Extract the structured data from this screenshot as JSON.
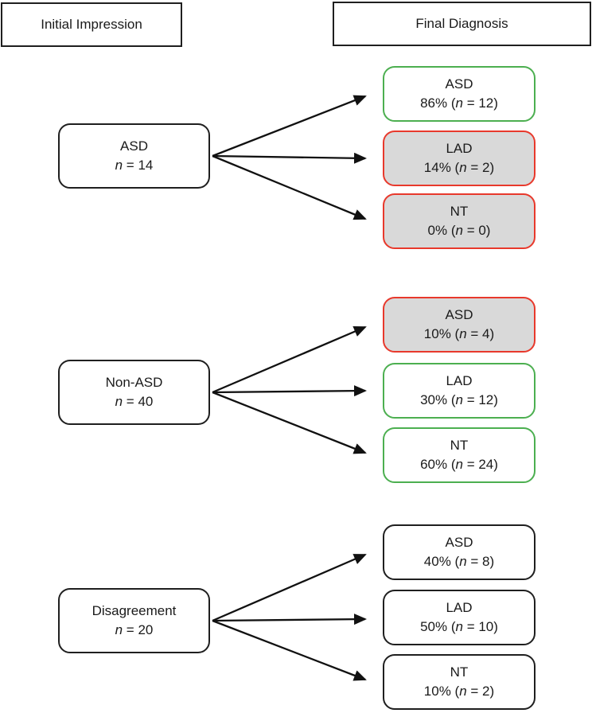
{
  "header": {
    "left": "Initial Impression",
    "right": "Final Diagnosis"
  },
  "colors": {
    "agreement_border": "#4caf50",
    "disagreement_border": "#e8392c",
    "disagreement_fill": "#d9d9d9",
    "neutral_border": "#000000",
    "arrow": "#000000"
  },
  "groups": [
    {
      "source": {
        "label": "ASD",
        "n_italic": "n",
        "n_suffix": " = 14"
      },
      "targets": [
        {
          "label": "ASD",
          "prefix": "86% (",
          "n_italic": "n",
          "suffix": " = 12)",
          "status": "match"
        },
        {
          "label": "LAD",
          "prefix": "14% (",
          "n_italic": "n",
          "suffix": " = 2)",
          "status": "mismatch"
        },
        {
          "label": "NT",
          "prefix": "0% (",
          "n_italic": "n",
          "suffix": " = 0)",
          "status": "mismatch"
        }
      ]
    },
    {
      "source": {
        "label": "Non-ASD",
        "n_italic": "n",
        "n_suffix": " = 40"
      },
      "targets": [
        {
          "label": "ASD",
          "prefix": "10% (",
          "n_italic": "n",
          "suffix": " = 4)",
          "status": "mismatch"
        },
        {
          "label": "LAD",
          "prefix": "30% (",
          "n_italic": "n",
          "suffix": " = 12)",
          "status": "match"
        },
        {
          "label": "NT",
          "prefix": "60% (",
          "n_italic": "n",
          "suffix": " = 24)",
          "status": "match"
        }
      ]
    },
    {
      "source": {
        "label": "Disagreement",
        "n_italic": "n",
        "n_suffix": " = 20"
      },
      "targets": [
        {
          "label": "ASD",
          "prefix": "40% (",
          "n_italic": "n",
          "suffix": " = 8)",
          "status": "neutral"
        },
        {
          "label": "LAD",
          "prefix": "50% (",
          "n_italic": "n",
          "suffix": " = 10)",
          "status": "neutral"
        },
        {
          "label": "NT",
          "prefix": "10% (",
          "n_italic": "n",
          "suffix": " = 2)",
          "status": "neutral"
        }
      ]
    }
  ]
}
